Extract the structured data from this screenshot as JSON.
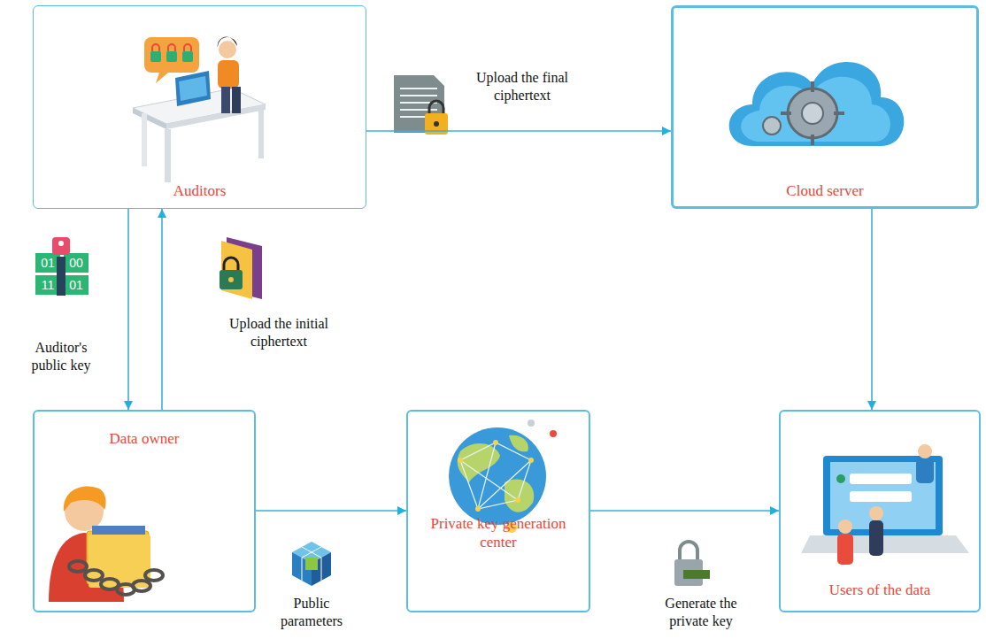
{
  "diagram": {
    "nodes": [
      {
        "text": [
          "Auditors"
        ]
      },
      {
        "text": [
          "Cloud server"
        ]
      },
      {
        "text": [
          "Data owner"
        ]
      },
      {
        "text": [
          "Private key generation center"
        ]
      },
      {
        "text": [
          "Users of the data"
        ]
      }
    ],
    "edges": [
      {
        "from": 0,
        "to": 1,
        "label": "Upload the final ciphertext",
        "arrow": "to"
      },
      {
        "from": 1,
        "to": 4,
        "arrow": "to"
      },
      {
        "from": 0,
        "to": 2,
        "label": "Auditor's public key",
        "arrow": "to"
      },
      {
        "from": 2,
        "to": 0,
        "label": "Upload the initial ciphertext",
        "arrow": "to"
      },
      {
        "from": 2,
        "to": 3,
        "label": "Public parameters",
        "arrow": "to"
      },
      {
        "from": 3,
        "to": 4,
        "label": "Generate the private key",
        "arrow": "to"
      }
    ],
    "labels": [
      "01",
      "00",
      "11",
      "01"
    ]
  }
}
